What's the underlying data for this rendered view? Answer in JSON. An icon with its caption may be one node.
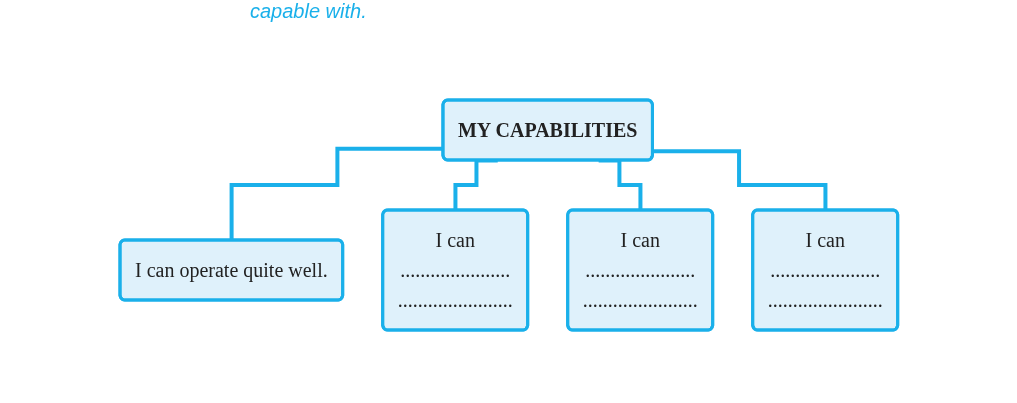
{
  "diagram": {
    "nodes": [
      {
        "text": [
          "MY CAPABILITIES"
        ]
      },
      {
        "text": [
          "I can operate quite well."
        ]
      },
      {
        "text": [
          "I can",
          "......................",
          "......................."
        ]
      },
      {
        "text": [
          "I can",
          "......................",
          "......................."
        ]
      },
      {
        "text": [
          "I can",
          "......................",
          "......................."
        ]
      }
    ],
    "edges": [
      {
        "from": 0,
        "to": 1,
        "arrow": "none"
      },
      {
        "from": 0,
        "to": 2,
        "arrow": "none"
      },
      {
        "from": 0,
        "to": 3,
        "arrow": "none"
      },
      {
        "from": 0,
        "to": 4,
        "arrow": "none"
      }
    ],
    "labels": [
      "capable with."
    ]
  }
}
